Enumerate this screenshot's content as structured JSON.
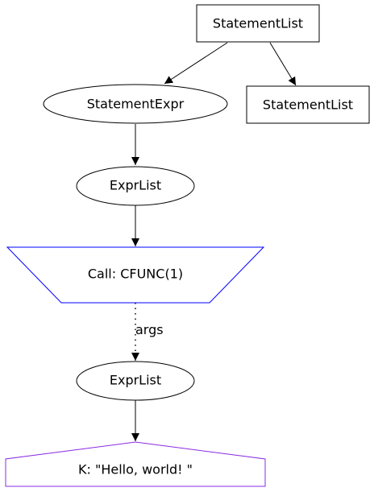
{
  "nodes": {
    "root_statement_list": {
      "label": "StatementList",
      "shape": "box",
      "color": "#000000"
    },
    "statement_expr": {
      "label": "StatementExpr",
      "shape": "ellipse",
      "color": "#000000"
    },
    "child_statement_list": {
      "label": "StatementList",
      "shape": "box",
      "color": "#000000"
    },
    "expr_list_1": {
      "label": "ExprList",
      "shape": "ellipse",
      "color": "#000000"
    },
    "call": {
      "label": "Call: CFUNC(1)",
      "shape": "inverted-trapezium",
      "color": "#0000ff"
    },
    "expr_list_2": {
      "label": "ExprList",
      "shape": "ellipse",
      "color": "#000000"
    },
    "constant": {
      "label": "K: \"Hello, world! \"",
      "shape": "house",
      "color": "#8a2be2"
    }
  },
  "edges": {
    "args_label": "args",
    "args_style": "dotted"
  }
}
